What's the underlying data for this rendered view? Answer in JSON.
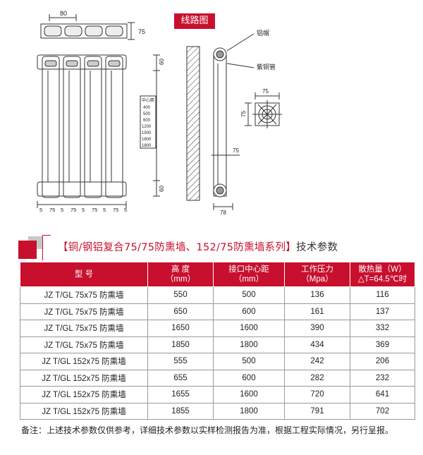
{
  "drawing": {
    "circuit_label": "线路图",
    "top_width": "80",
    "top_depth": "75",
    "side_height_top": "60",
    "side_height_bottom": "60",
    "center_distance_list": [
      "中心距",
      "400",
      "500",
      "600",
      "1200",
      "1500",
      "1600",
      "1800"
    ],
    "bottom_dims": [
      "5",
      "75",
      "5",
      "75",
      "5",
      "75",
      "5",
      "75",
      "5"
    ],
    "label_cap": "铝帽",
    "label_pipe": "紫铜管",
    "detail_w": "75",
    "detail_h": "75",
    "side_depth": "75",
    "side_base": "78"
  },
  "heading": {
    "title": "【铜/钢铝复合75/75防熏墙、152/75防熏墙系列】",
    "suffix": "技术参数"
  },
  "table": {
    "headers": [
      {
        "line1": "型    号",
        "line2": ""
      },
      {
        "line1": "高    度",
        "line2": "（mm）"
      },
      {
        "line1": "接口中心距",
        "line2": "（mm）"
      },
      {
        "line1": "工作压力",
        "line2": "（Mpa）"
      },
      {
        "line1": "散热量（W）",
        "line2": "△T=64.5℃时"
      }
    ],
    "rows": [
      [
        "JZ T/GL 75x75 防熏墙",
        "550",
        "500",
        "136",
        "116"
      ],
      [
        "JZ T/GL 75x75 防熏墙",
        "650",
        "600",
        "161",
        "137"
      ],
      [
        "JZ T/GL 75x75 防熏墙",
        "1650",
        "1600",
        "390",
        "332"
      ],
      [
        "JZ T/GL 75x75 防熏墙",
        "1850",
        "1800",
        "434",
        "369"
      ],
      [
        "JZ T/GL 152x75 防熏墙",
        "555",
        "500",
        "242",
        "206"
      ],
      [
        "JZ T/GL 152x75 防熏墙",
        "655",
        "600",
        "282",
        "232"
      ],
      [
        "JZ T/GL 152x75 防熏墙",
        "1655",
        "1600",
        "720",
        "641"
      ],
      [
        "JZ T/GL 152x75 防熏墙",
        "1855",
        "1800",
        "791",
        "702"
      ]
    ]
  },
  "note": "备注：上述技术参数仅供参考，详细技术参数以实样检测报告为准，根据工程实际情况，另行呈报。",
  "colors": {
    "accent": "#c8102e"
  }
}
